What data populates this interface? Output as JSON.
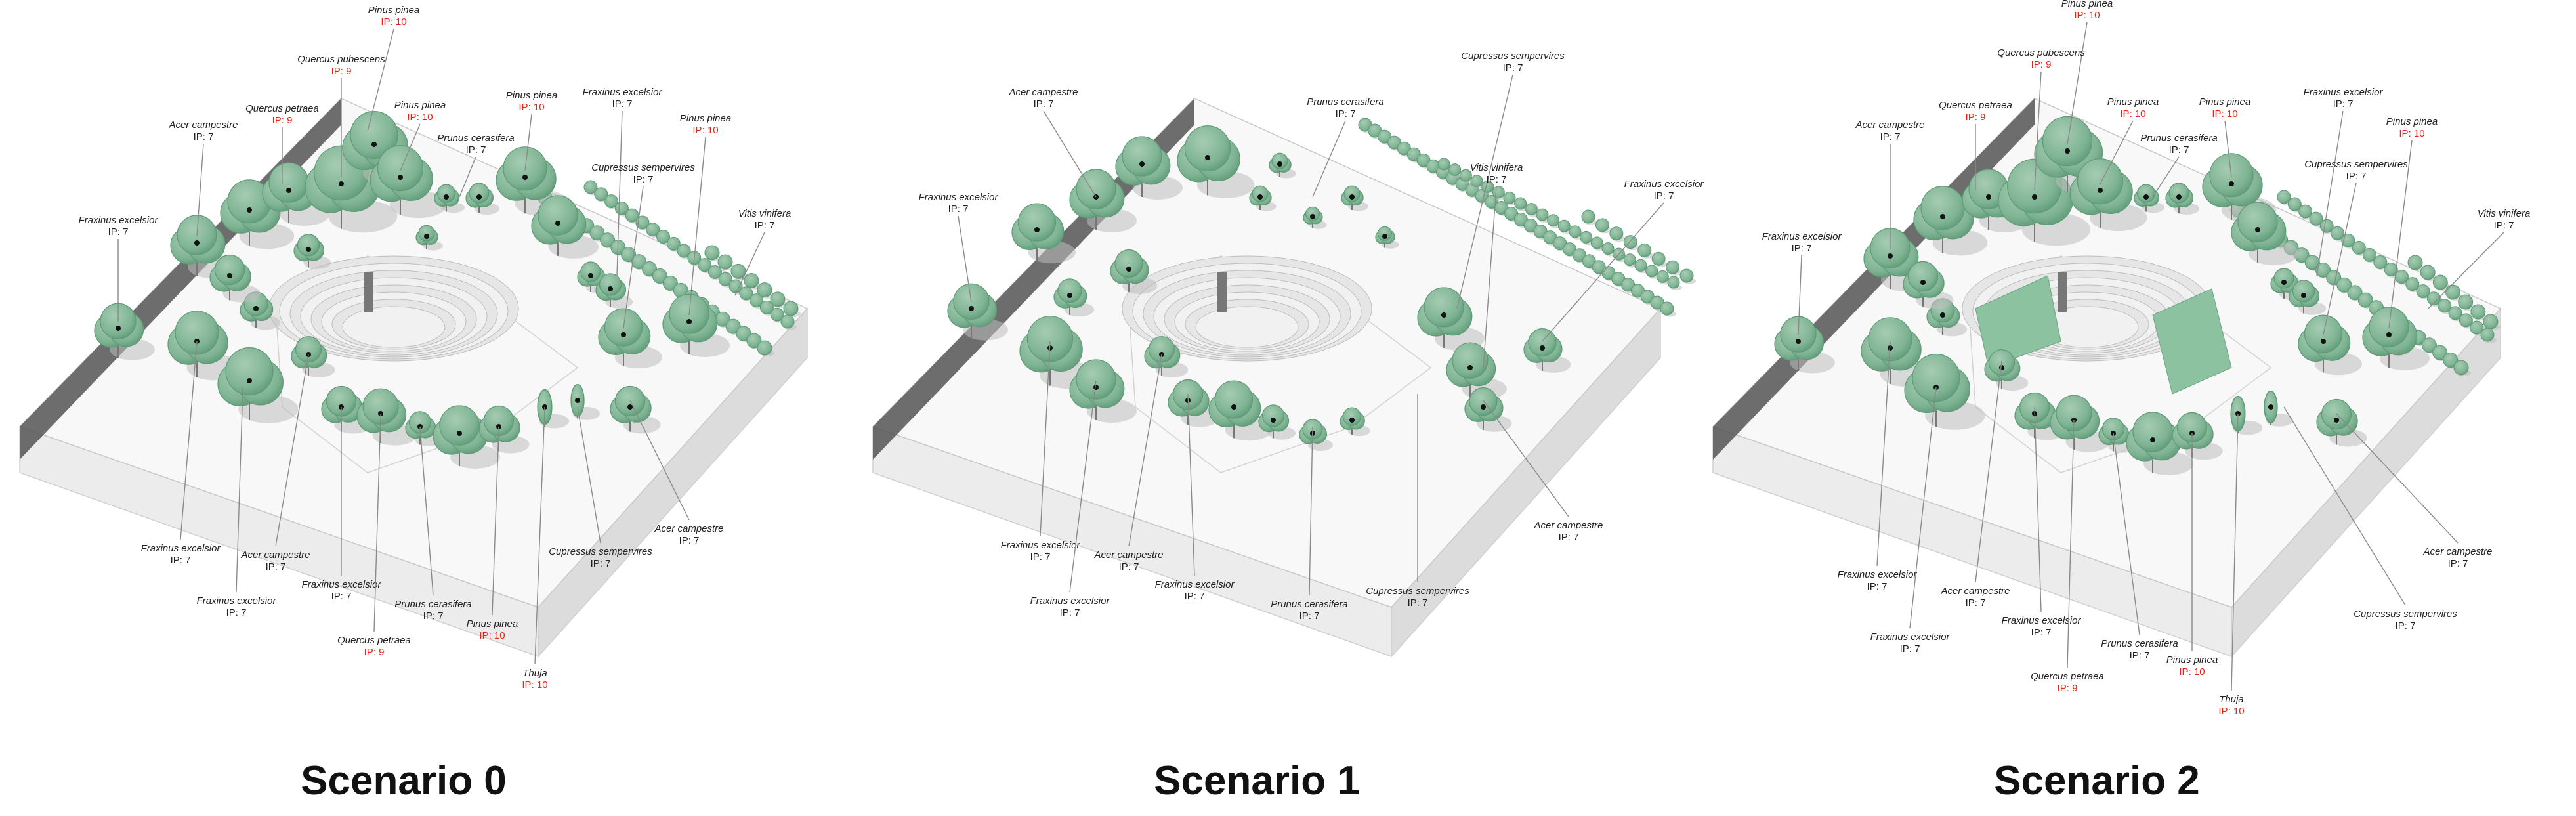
{
  "scenarios": [
    {
      "title": "Scenario 0",
      "labels": [
        {
          "name": "Pinus pinea",
          "ip": "IP: 10",
          "hi": true
        },
        {
          "name": "Quercus pubescens",
          "ip": "IP: 9",
          "hi": true
        },
        {
          "name": "Quercus petraea",
          "ip": "IP: 9",
          "hi": true
        },
        {
          "name": "Pinus pinea",
          "ip": "IP: 10",
          "hi": true
        },
        {
          "name": "Acer campestre",
          "ip": "IP: 7",
          "hi": false
        },
        {
          "name": "Prunus cerasifera",
          "ip": "IP: 7",
          "hi": false
        },
        {
          "name": "Pinus pinea",
          "ip": "IP: 10",
          "hi": true
        },
        {
          "name": "Fraxinus excelsior",
          "ip": "IP: 7",
          "hi": false
        },
        {
          "name": "Pinus pinea",
          "ip": "IP: 10",
          "hi": true
        },
        {
          "name": "Cupressus sempervires",
          "ip": "IP: 7",
          "hi": false
        },
        {
          "name": "Fraxinus excelsior",
          "ip": "IP: 7",
          "hi": false
        },
        {
          "name": "Vitis vinifera",
          "ip": "IP: 7",
          "hi": false
        },
        {
          "name": "Fraxinus excelsior",
          "ip": "IP: 7",
          "hi": false
        },
        {
          "name": "Acer campestre",
          "ip": "IP: 7",
          "hi": false
        },
        {
          "name": "Acer campestre",
          "ip": "IP: 7",
          "hi": false
        },
        {
          "name": "Fraxinus excelsior",
          "ip": "IP: 7",
          "hi": false
        },
        {
          "name": "Fraxinus excelsior",
          "ip": "IP: 7",
          "hi": false
        },
        {
          "name": "Prunus cerasifera",
          "ip": "IP: 7",
          "hi": false
        },
        {
          "name": "Cupressus sempervires",
          "ip": "IP: 7",
          "hi": false
        },
        {
          "name": "Quercus petraea",
          "ip": "IP: 9",
          "hi": true
        },
        {
          "name": "Pinus pinea",
          "ip": "IP: 10",
          "hi": true
        },
        {
          "name": "Thuja",
          "ip": "IP: 10",
          "hi": true
        }
      ]
    },
    {
      "title": "Scenario 1",
      "labels": [
        {
          "name": "Acer campestre",
          "ip": "IP: 7",
          "hi": false
        },
        {
          "name": "Prunus cerasifera",
          "ip": "IP: 7",
          "hi": false
        },
        {
          "name": "Fraxinus excelsior",
          "ip": "IP: 7",
          "hi": false
        },
        {
          "name": "Cupressus sempervires",
          "ip": "IP: 7",
          "hi": false
        },
        {
          "name": "Vitis vinifera",
          "ip": "IP: 7",
          "hi": false
        },
        {
          "name": "Fraxinus excelsior",
          "ip": "IP: 7",
          "hi": false
        },
        {
          "name": "Fraxinus excelsior",
          "ip": "IP: 7",
          "hi": false
        },
        {
          "name": "Acer campestre",
          "ip": "IP: 7",
          "hi": false
        },
        {
          "name": "Fraxinus excelsior",
          "ip": "IP: 7",
          "hi": false
        },
        {
          "name": "Fraxinus excelsior",
          "ip": "IP: 7",
          "hi": false
        },
        {
          "name": "Prunus cerasifera",
          "ip": "IP: 7",
          "hi": false
        },
        {
          "name": "Acer campestre",
          "ip": "IP: 7",
          "hi": false
        },
        {
          "name": "Cupressus sempervires",
          "ip": "IP: 7",
          "hi": false
        }
      ]
    },
    {
      "title": "Scenario 2",
      "labels": [
        {
          "name": "Pinus pinea",
          "ip": "IP: 10",
          "hi": true
        },
        {
          "name": "Quercus pubescens",
          "ip": "IP: 9",
          "hi": true
        },
        {
          "name": "Quercus petraea",
          "ip": "IP: 9",
          "hi": true
        },
        {
          "name": "Pinus pinea",
          "ip": "IP: 10",
          "hi": true
        },
        {
          "name": "Pinus pinea",
          "ip": "IP: 10",
          "hi": true
        },
        {
          "name": "Fraxinus excelsior",
          "ip": "IP: 7",
          "hi": false
        },
        {
          "name": "Acer campestre",
          "ip": "IP: 7",
          "hi": false
        },
        {
          "name": "Prunus cerasifera",
          "ip": "IP: 7",
          "hi": false
        },
        {
          "name": "Pinus pinea",
          "ip": "IP: 10",
          "hi": true
        },
        {
          "name": "Cupressus sempervires",
          "ip": "IP: 7",
          "hi": false
        },
        {
          "name": "Fraxinus excelsior",
          "ip": "IP: 7",
          "hi": false
        },
        {
          "name": "Vitis vinifera",
          "ip": "IP: 7",
          "hi": false
        },
        {
          "name": "Acer campestre",
          "ip": "IP: 7",
          "hi": false
        },
        {
          "name": "Fraxinus excelsior",
          "ip": "IP: 7",
          "hi": false
        },
        {
          "name": "Acer campestre",
          "ip": "IP: 7",
          "hi": false
        },
        {
          "name": "Fraxinus excelsior",
          "ip": "IP: 7",
          "hi": false
        },
        {
          "name": "Fraxinus excelsior",
          "ip": "IP: 7",
          "hi": false
        },
        {
          "name": "Prunus cerasifera",
          "ip": "IP: 7",
          "hi": false
        },
        {
          "name": "Cupressus sempervires",
          "ip": "IP: 7",
          "hi": false
        },
        {
          "name": "Quercus petraea",
          "ip": "IP: 9",
          "hi": true
        },
        {
          "name": "Pinus pinea",
          "ip": "IP: 10",
          "hi": true
        },
        {
          "name": "Thuja",
          "ip": "IP: 10",
          "hi": true
        }
      ]
    }
  ],
  "colors": {
    "canopy": "#7fb493",
    "canopy_edge": "#5f9a77",
    "high_ip": "#e3241b",
    "normal_ip": "#222222",
    "platform_top": "#f7f7f7",
    "platform_side": "#e4e4e4"
  }
}
